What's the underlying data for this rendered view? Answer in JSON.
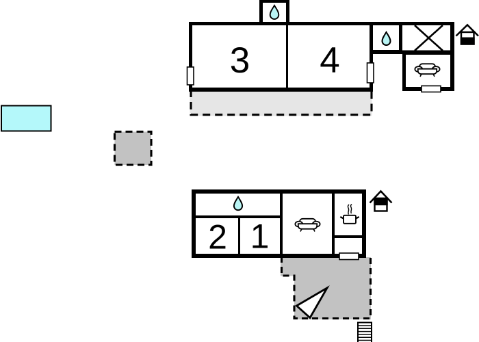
{
  "plan": {
    "title": "holiday-home floor plan",
    "colors": {
      "background": "#ffffff",
      "wall": "#000000",
      "room_fill": "#ffffff",
      "water": "#b8f4f4",
      "pool": "#b4f8fa",
      "terrace_upper": "#e6e6e6",
      "terrace_lower": "#c2c2c2",
      "annex_square": "#c2c2c2",
      "label": "#000000"
    },
    "rooms": {
      "room1": {
        "label": "1"
      },
      "room2": {
        "label": "2"
      },
      "room3": {
        "label": "3"
      },
      "room4": {
        "label": "4"
      }
    },
    "icons": {
      "water_drop": {
        "symbol": "teardrop",
        "meaning": "bathroom / water point",
        "count": 3
      },
      "sofa": {
        "symbol": "sofa front view",
        "meaning": "living room",
        "count": 2
      },
      "cooking_pot": {
        "symbol": "pot with steam",
        "meaning": "kitchen",
        "count": 1
      },
      "crossed_room": {
        "symbol": "X",
        "meaning": "crossed-out room",
        "count": 1
      },
      "house_level_lower_filled": {
        "symbol": "house with lower half filled",
        "meaning": "floor level marker",
        "count": 1
      },
      "house_level_upper_filled": {
        "symbol": "house with upper half filled",
        "meaning": "floor level marker",
        "count": 1
      },
      "stairs": {
        "symbol": "treads",
        "meaning": "outdoor stairs",
        "count": 1
      },
      "triangle": {
        "symbol": "triangle arrow",
        "meaning": "direction marker on terrace",
        "count": 1
      },
      "pool": {
        "symbol": "cyan rectangle",
        "meaning": "swimming pool",
        "count": 1
      },
      "terrace": {
        "symbol": "dashed gray area",
        "meaning": "terrace / outdoor area",
        "count": 3
      }
    }
  }
}
